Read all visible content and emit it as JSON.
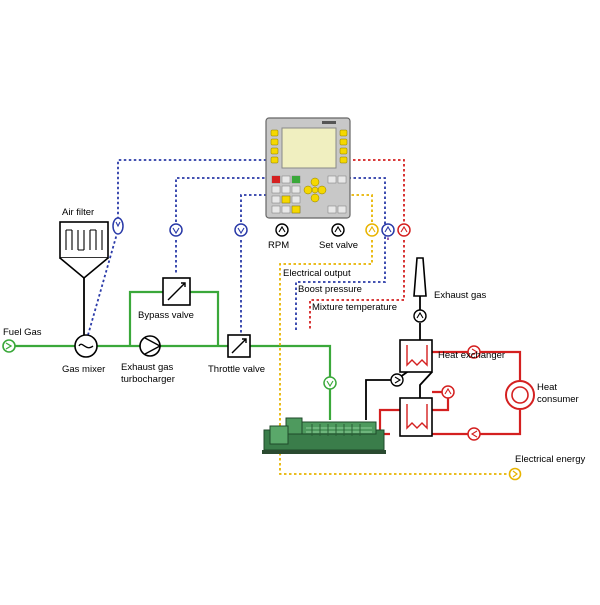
{
  "labels": {
    "fuel_gas": "Fuel Gas",
    "air_filter": "Air filter",
    "gas_mixer": "Gas mixer",
    "exhaust_gas_turbocharger_line1": "Exhaust gas",
    "exhaust_gas_turbocharger_line2": "turbocharger",
    "bypass_valve": "Bypass valve",
    "throttle_valve": "Throttle valve",
    "rpm": "RPM",
    "set_valve": "Set valve",
    "electrical_output": "Electrical output",
    "boost_pressure": "Boost pressure",
    "mixture_temperature": "Mixture temperature",
    "exhaust_gas": "Exhaust gas",
    "heat_exchanger": "Heat exchanger",
    "heat_consumer_line1": "Heat",
    "heat_consumer_line2": "consumer",
    "electrical_energy": "Electrical energy"
  },
  "colors": {
    "gas_line": "#3aa83a",
    "signal_blue": "#2a3aa8",
    "signal_red": "#d42020",
    "signal_yellow": "#e8b400",
    "signal_purple": "#8c4fa8",
    "water_red": "#d42020",
    "exhaust_black": "#000000",
    "engine_green": "#3a7d4a",
    "controller_body": "#c8c8c8",
    "controller_screen": "#f0efc0",
    "controller_button": "#f5d800"
  },
  "icons": {
    "sensor": "circle-with-arrow-icon",
    "valve": "square-with-diagonal-icon",
    "compressor": "compressor-icon",
    "pump": "pump-circle-icon",
    "heat_consumer": "double-circle-icon",
    "chimney": "chimney-icon"
  }
}
